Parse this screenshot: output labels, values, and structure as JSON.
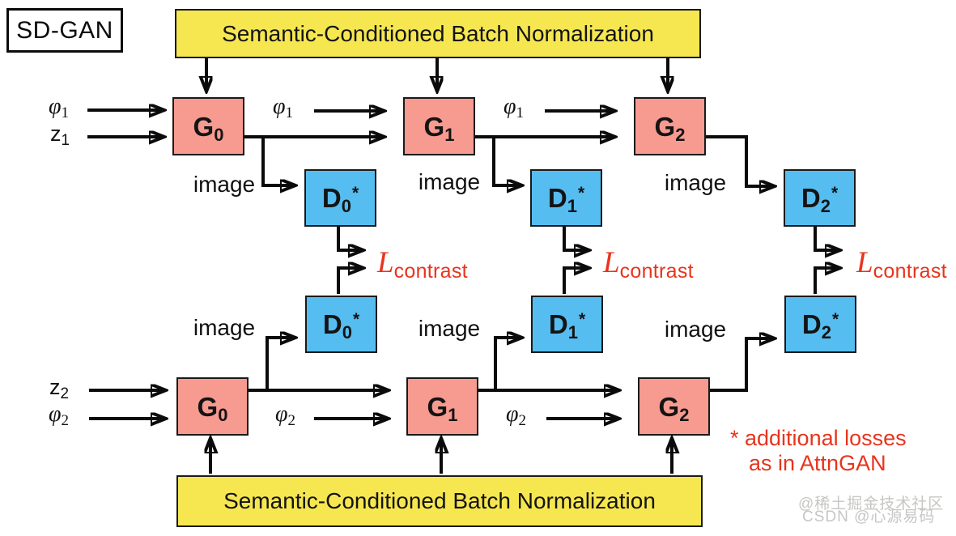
{
  "diagram": {
    "title": "SD-GAN",
    "scbn_label": "Semantic-Conditioned Batch Normalization",
    "note": {
      "line1": "* additional losses",
      "line2": "as in AttnGAN"
    },
    "watermarks": {
      "line1": "@稀土掘金技术社区",
      "line2": "CSDN @心源易码"
    }
  },
  "boxes": {
    "g0": {
      "base": "G",
      "sub": "0"
    },
    "g1": {
      "base": "G",
      "sub": "1"
    },
    "g2": {
      "base": "G",
      "sub": "2"
    },
    "d0": {
      "base": "D",
      "sub": "0",
      "sup": "*"
    },
    "d1": {
      "base": "D",
      "sub": "1",
      "sup": "*"
    },
    "d2": {
      "base": "D",
      "sub": "2",
      "sup": "*"
    }
  },
  "labels": {
    "phi1": {
      "base": "φ",
      "sub": "1"
    },
    "phi2": {
      "base": "φ",
      "sub": "2"
    },
    "z1": {
      "base": "z",
      "sub": "1"
    },
    "z2": {
      "base": "z",
      "sub": "2"
    },
    "image": "image",
    "loss": {
      "base": "L",
      "sub": "contrast"
    }
  },
  "colors": {
    "generator": "#f79a90",
    "discriminator": "#55bdf0",
    "scbn": "#f6e751",
    "loss": "#e8341c",
    "note": "#e8341c",
    "connector": "#0b0b0b",
    "watermark": "#c6c6c4"
  }
}
